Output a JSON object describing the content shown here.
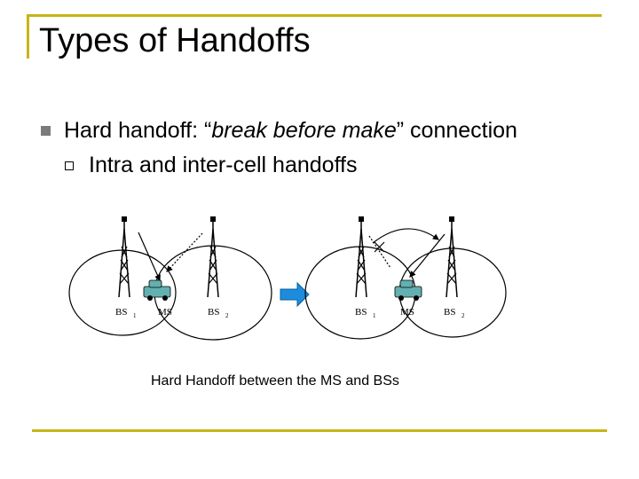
{
  "slide": {
    "title": "Types of Handoffs"
  },
  "bullets": [
    {
      "prefix": "Hard handoff: “",
      "emphasis": "break before make",
      "suffix": "” connection"
    }
  ],
  "subbullets": [
    {
      "text": "Intra and inter-cell handoffs"
    }
  ],
  "diagram": {
    "labels": {
      "bs": "BS",
      "ms": "MS",
      "sub1": "1",
      "sub2": "2"
    },
    "caption": "Hard Handoff between the MS and BSs"
  },
  "colors": {
    "frame": "#c8b418",
    "bullet": "#7b7b7b",
    "arrow": "#1e8cdc",
    "vehicle": "#63b0b0"
  }
}
